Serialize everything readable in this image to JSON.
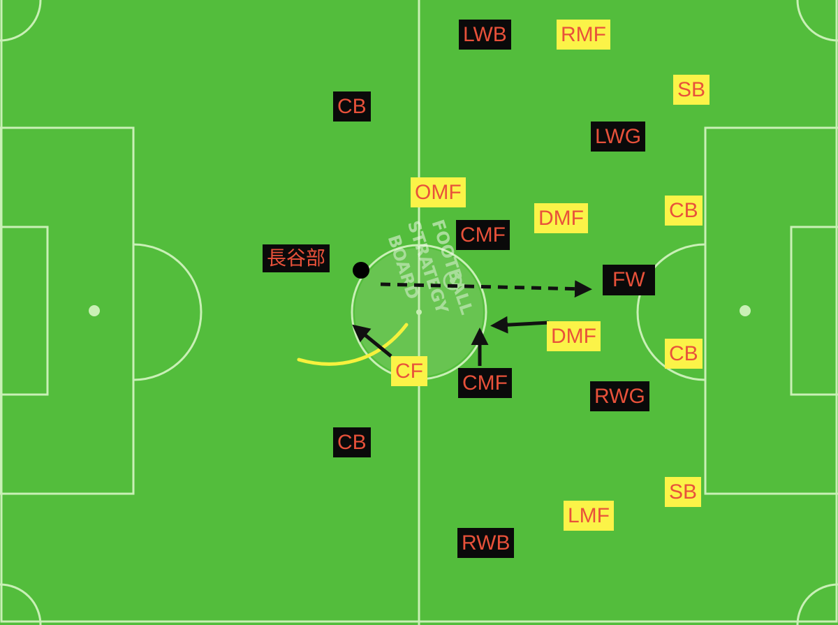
{
  "colors": {
    "grass": "#56c23f",
    "grass_dark": "#4cb436",
    "lines": "#c9f0b6",
    "team_dark_bg": "#0a0a0a",
    "team_light_bg": "#fbf348",
    "label_text": "#e8513a",
    "arrow": "#111111",
    "run_curve": "#f6f13d",
    "ball": "#000000"
  },
  "watermark": {
    "lines": [
      "FOOTBALL",
      "STRATEGY",
      "BOARD"
    ],
    "icon": "soccer-ball-icon"
  },
  "player_name": "長谷部",
  "black_team": [
    "LWB",
    "CB",
    "LWG",
    "CMF",
    "FW",
    "CMF",
    "RWG",
    "CB",
    "RWB"
  ],
  "yellow_team": [
    "RMF",
    "SB",
    "OMF",
    "DMF",
    "CB",
    "DMF",
    "CF",
    "CB",
    "SB",
    "LMF"
  ]
}
